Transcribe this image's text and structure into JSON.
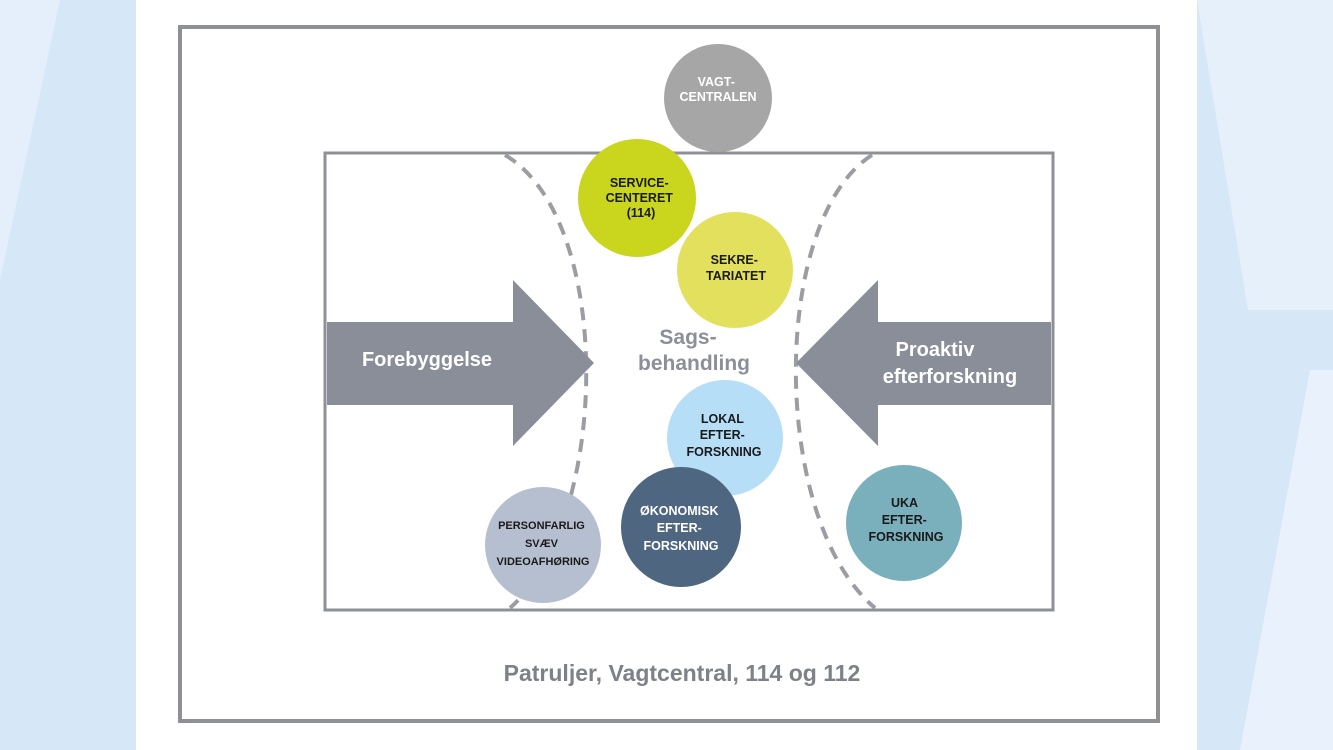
{
  "colors": {
    "frame": "#8f9096",
    "arrow": "#8a8e99",
    "dashed_boundary": "#9c9da3",
    "vagtcentralen": "#a6a6a6",
    "servicecenteret": "#cad51e",
    "sekretariatet": "#e3e05e",
    "lokal_efterforskning": "#b7def7",
    "okonomisk_efterforskning": "#4e6680",
    "personfarlig": "#b6bfcf",
    "uka": "#79b0bc",
    "center_text": "#8c8f99",
    "footer_text": "#7f8189"
  },
  "arrows": {
    "left": {
      "label": "Forebyggelse",
      "icon": "arrow-right-icon"
    },
    "right": {
      "label_line1": "Proaktiv",
      "label_line2": "efterforskning",
      "icon": "arrow-left-icon"
    }
  },
  "center": {
    "line1": "Sags-",
    "line2": "behandling"
  },
  "circles": {
    "vagtcentralen": {
      "lines": [
        "VAGT-",
        "CENTRALEN"
      ]
    },
    "servicecenteret": {
      "lines": [
        "SERVICE-",
        "CENTERET",
        "(114)"
      ]
    },
    "sekretariatet": {
      "lines": [
        "SEKRE-",
        "TARIATET"
      ]
    },
    "lokal_efterforskning": {
      "lines": [
        "LOKAL",
        "EFTER-",
        "FORSKNING"
      ]
    },
    "okonomisk_efterforskning": {
      "lines": [
        "ØKONOMISK",
        "EFTER-",
        "FORSKNING"
      ]
    },
    "personfarlig": {
      "lines": [
        "PERSONFARLIG",
        "SVÆV",
        "VIDEOAFHØRING"
      ]
    },
    "uka": {
      "lines": [
        "UKA",
        "EFTER-",
        "FORSKNING"
      ]
    }
  },
  "footer": {
    "label": "Patruljer, Vagtcentral, 114 og 112"
  }
}
